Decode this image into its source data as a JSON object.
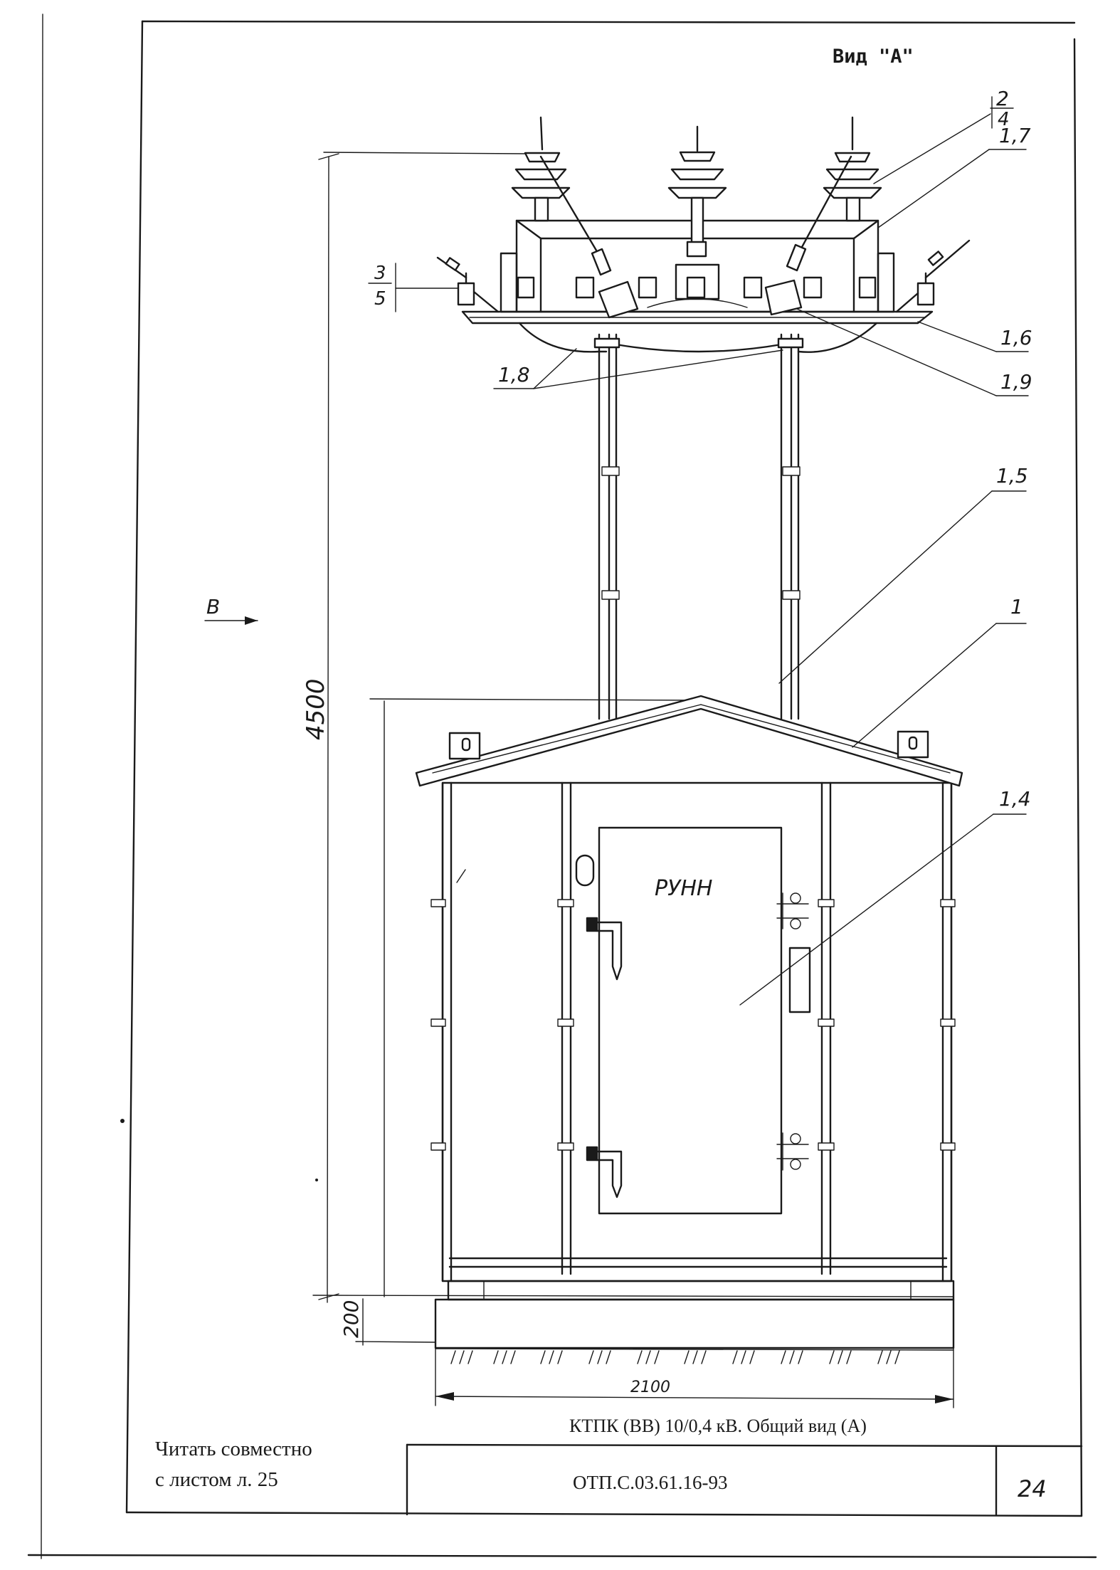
{
  "view_title": "Вид \"А\"",
  "callouts": {
    "c2": "2",
    "c4": "4",
    "c17": "1,7",
    "c3": "3",
    "c5": "5",
    "c16": "1,6",
    "c18": "1,8",
    "c19": "1,9",
    "c15": "1,5",
    "c1": "1",
    "c14": "1,4"
  },
  "direction_label": "В",
  "dimensions": {
    "total_height": "4500",
    "base_height": "200",
    "width": "2100"
  },
  "door_label": "РУНН",
  "notes": {
    "read_with_line1": "Читать совместно",
    "read_with_line2": "с листом л. 25"
  },
  "title_block": {
    "title": "КТПК (ВВ) 10/0,4 кВ. Общий вид (А)",
    "doc_code": "ОТП.С.03.61.16-93",
    "sheet_number": "24"
  }
}
